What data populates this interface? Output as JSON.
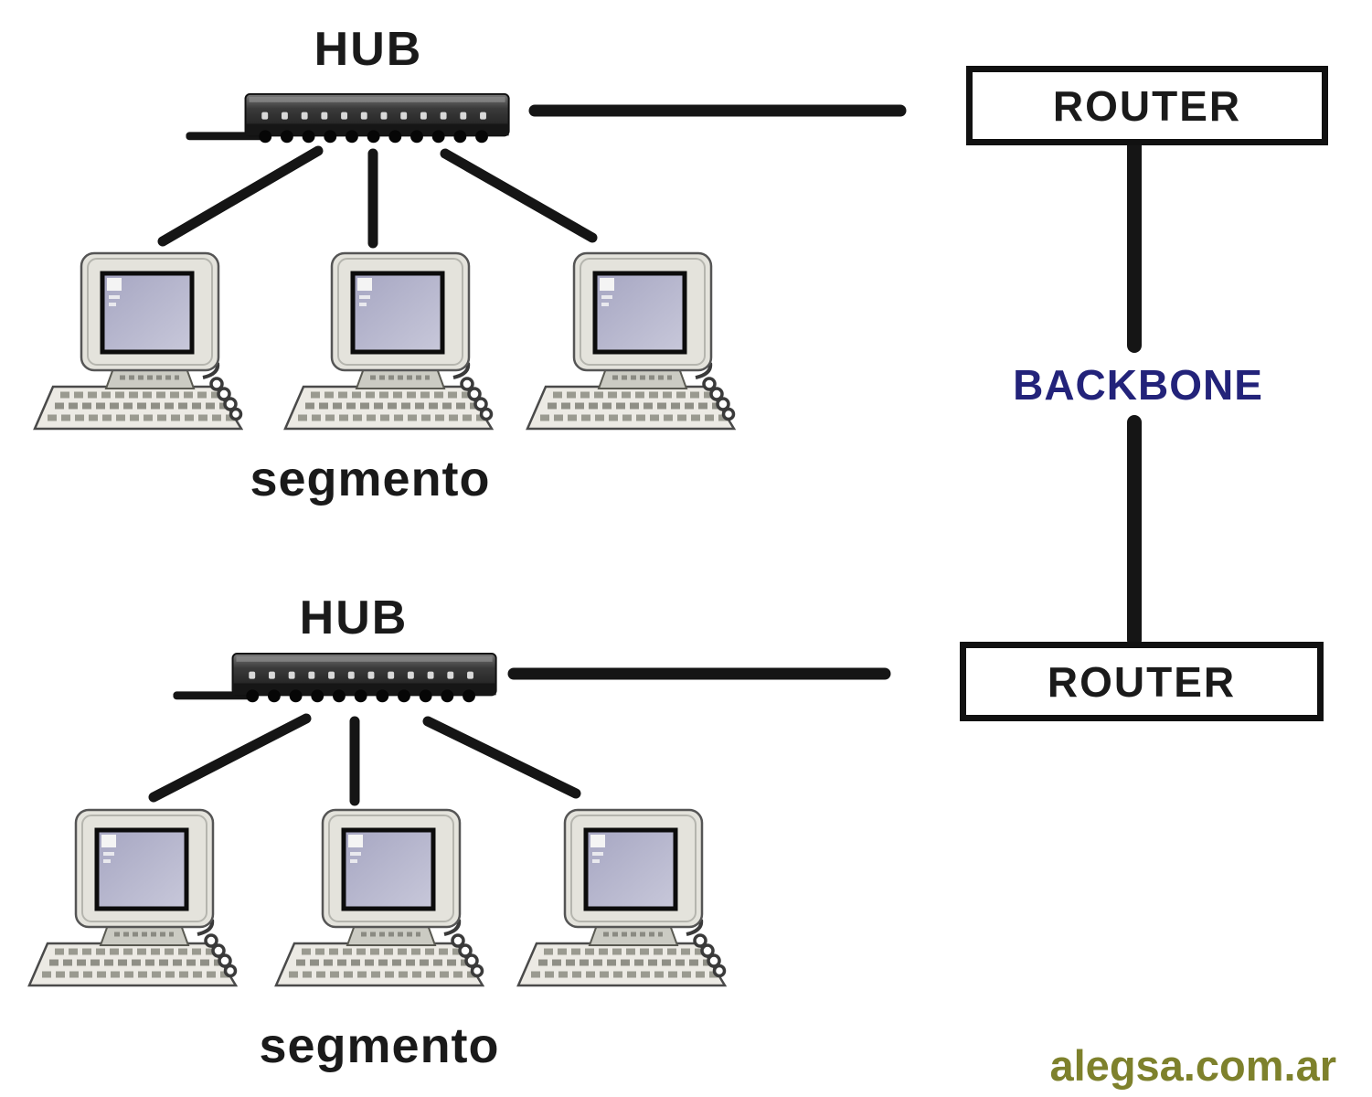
{
  "diagram": {
    "segments": [
      {
        "hub_label": "HUB",
        "segment_label": "segmento",
        "computer_count": 3
      },
      {
        "hub_label": "HUB",
        "segment_label": "segmento",
        "computer_count": 3
      }
    ],
    "routers": [
      {
        "label": "ROUTER"
      },
      {
        "label": "ROUTER"
      }
    ],
    "backbone_label": "BACKBONE",
    "watermark": "alegsa.com.ar",
    "colors": {
      "backbone_text": "#23237a",
      "watermark_text": "#7e812c",
      "line": "#151515",
      "router_border": "#111111",
      "label_text": "#1a1a1a",
      "pc_screen": "#b2b2ca"
    }
  }
}
